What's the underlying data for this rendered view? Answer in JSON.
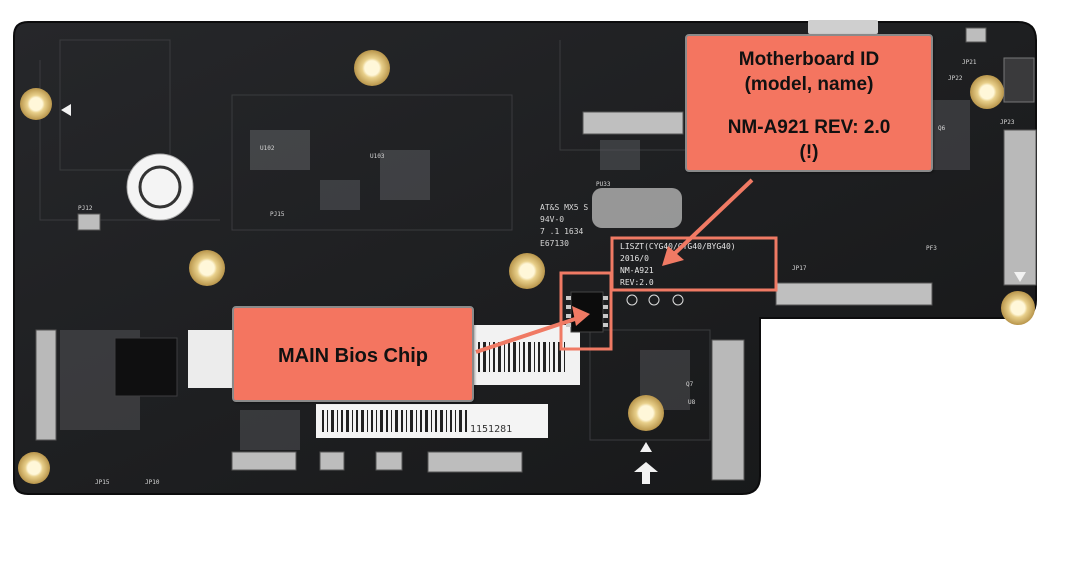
{
  "board": {
    "silkscreen_marks": [
      "AT&S MX5 S",
      "94V-0",
      "7 .1 1634",
      "E67130",
      "PU33",
      "PJ15",
      "PJ12",
      "U103",
      "U102",
      "JP15",
      "JP10",
      "JP17",
      "JP21",
      "JP23",
      "JP22",
      "Q6",
      "Q7",
      "U8",
      "PF3"
    ],
    "id_label_lines": [
      "LISZT(CYG40/CYG40/BYG40)",
      "2016/0",
      "NM-A921",
      "REV:2.0"
    ],
    "sticker_text": "1151281"
  },
  "callouts": {
    "motherboard_id": {
      "line1": "Motherboard ID",
      "line2": "(model, name)",
      "line3": "NM-A921 REV: 2.0",
      "line4": "(!)"
    },
    "bios_chip": {
      "label": "MAIN Bios Chip"
    }
  },
  "colors": {
    "pcb": "#1e1f21",
    "callout_fill": "#f47560",
    "highlight_box": "#f07a64",
    "mount_hole": "#d7b468"
  }
}
